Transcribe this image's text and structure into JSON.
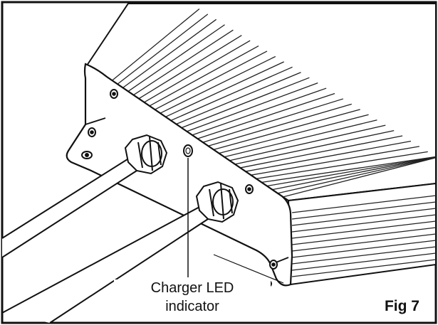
{
  "callout": {
    "line1": "Charger LED",
    "line2": "indicator"
  },
  "figure_label": "Fig 7"
}
